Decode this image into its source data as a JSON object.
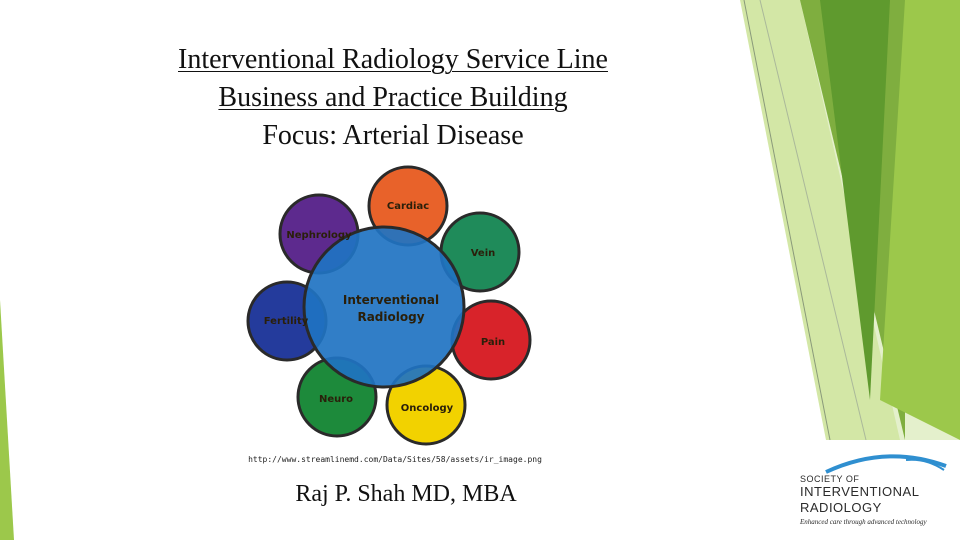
{
  "slide": {
    "title_line1": "Interventional Radiology Service Line",
    "title_line2": "Business and Practice Building",
    "title_line3": "Focus: Arterial Disease",
    "author": "Raj P. Shah MD, MBA",
    "image_source": "http://www.streamlinemd.com/Data/Sites/58/assets/ir_image.png"
  },
  "diagram": {
    "center_label_line1": "Interventional",
    "center_label_line2": "Radiology",
    "nodes": [
      {
        "label": "Cardiac",
        "color": "#e8622a"
      },
      {
        "label": "Vein",
        "color": "#1f8b5a"
      },
      {
        "label": "Pain",
        "color": "#d8232a"
      },
      {
        "label": "Oncology",
        "color": "#f2d200"
      },
      {
        "label": "Neuro",
        "color": "#1d8a3b"
      },
      {
        "label": "Fertility",
        "color": "#243b9c"
      },
      {
        "label": "Nephrology",
        "color": "#5d2a8e"
      }
    ],
    "center_color": "#1f73c2"
  },
  "logo": {
    "line1": "SOCIETY OF",
    "line2": "INTERVENTIONAL",
    "line3": "RADIOLOGY",
    "tagline": "Enhanced care through advanced technology",
    "accent_color": "#2f8fd0"
  },
  "theme": {
    "accent_light": "#d6e9b0",
    "accent_mid": "#9cc84b",
    "accent_dark": "#5f9a2e"
  }
}
